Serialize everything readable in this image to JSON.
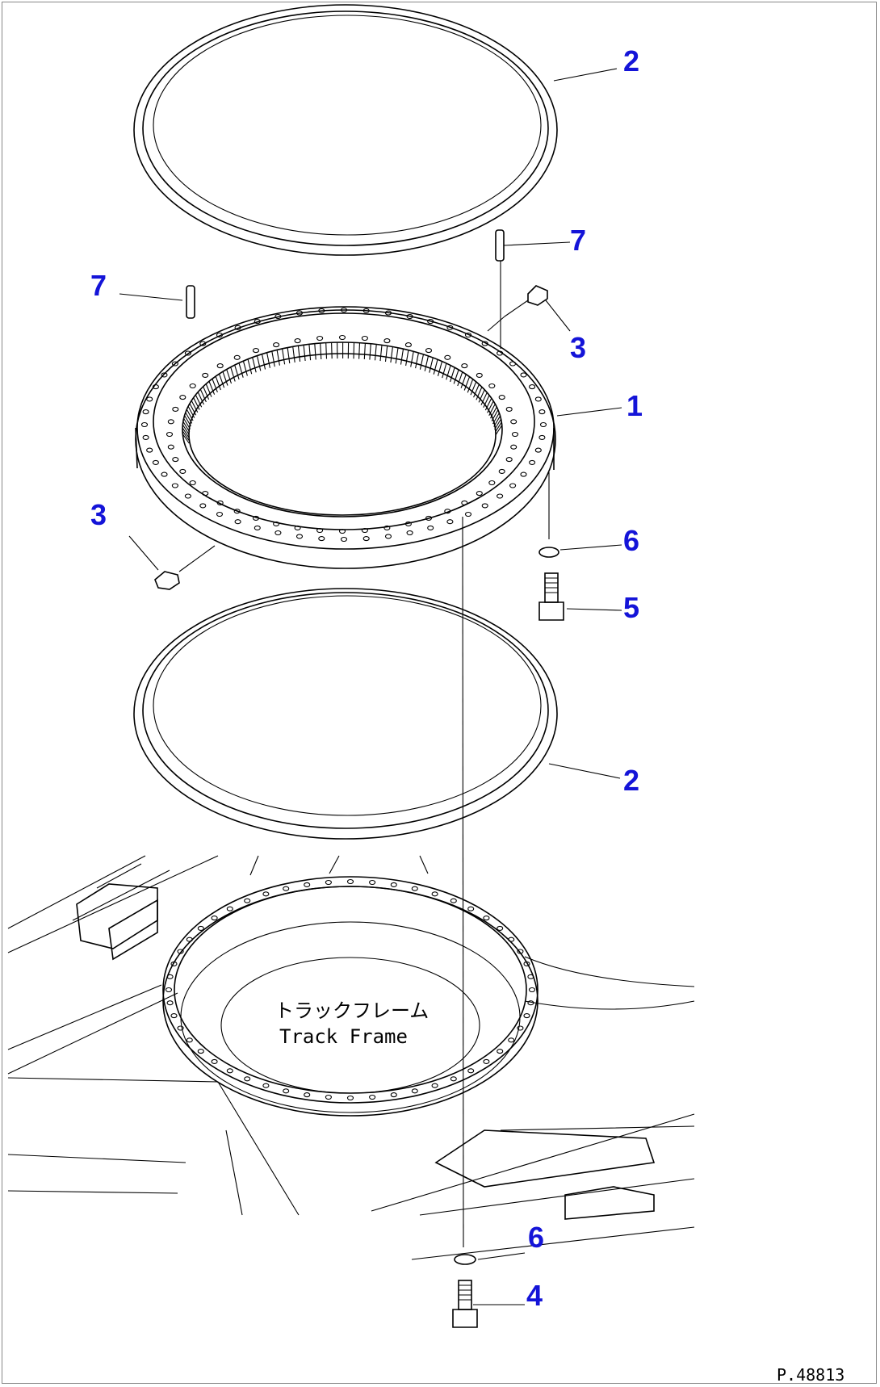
{
  "diagram": {
    "frame_label_jp": "トラックフレーム",
    "frame_label_en": "Track Frame",
    "drawing_code": "P.48813"
  },
  "callouts": {
    "seal_top": "2",
    "pin_right": "7",
    "pin_left": "7",
    "plug_right": "3",
    "bearing": "1",
    "plug_left": "3",
    "washer_top": "6",
    "bolt_top": "5",
    "seal_bottom": "2",
    "washer_bottom": "6",
    "bolt_bottom": "4"
  }
}
